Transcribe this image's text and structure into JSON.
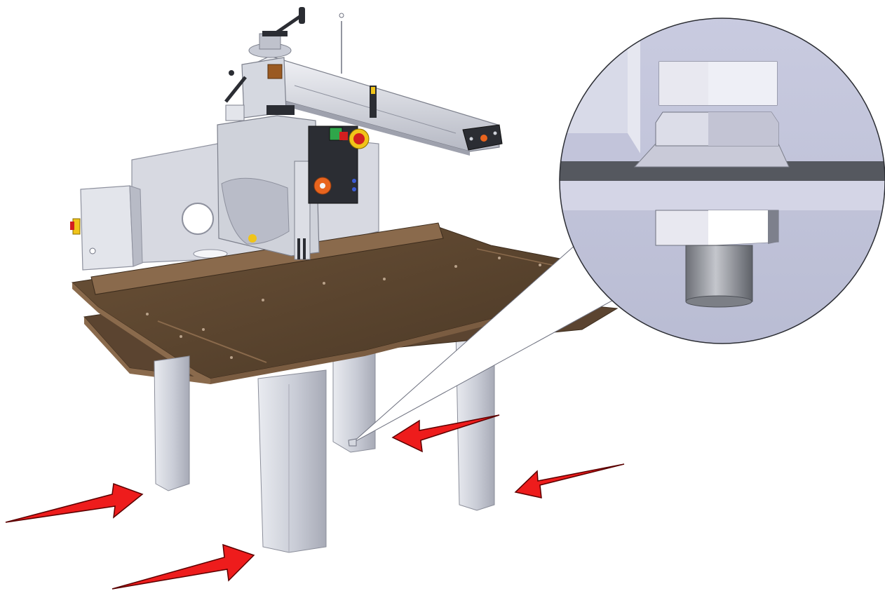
{
  "diagram": {
    "subject": "radial-arm-saw-on-table",
    "callout": "leg-foot-bolt-detail",
    "arrow_count": 4,
    "colors": {
      "background": "#ffffff",
      "arrow": "#ee1c1c",
      "metal_light": "#e4e6ec",
      "metal_mid": "#b9bcc8",
      "metal_dark": "#8e919e",
      "table_top": "#5a4430",
      "table_edge": "#8a6a4c",
      "slate_line": "#55585f",
      "blade_guard": "#cfd2da",
      "knob_orange": "#e8641e",
      "control_green": "#2fa64a",
      "control_yellow": "#f0c419",
      "stop_red": "#d31f1f"
    }
  }
}
